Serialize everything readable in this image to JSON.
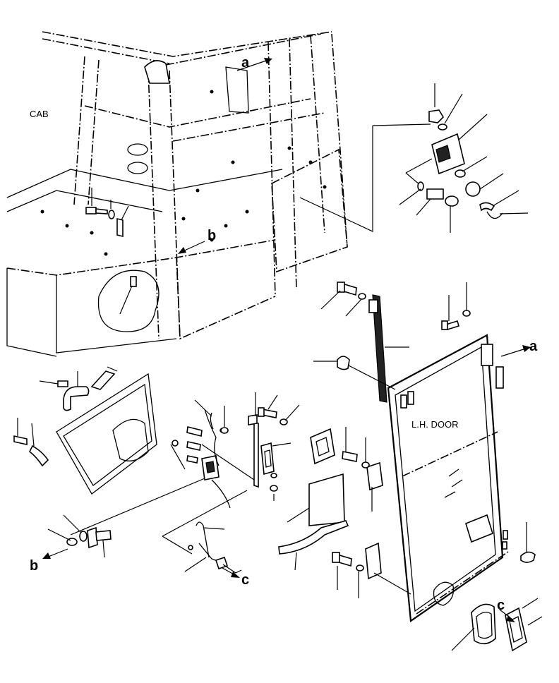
{
  "labels": {
    "cab": "CAB",
    "door": "L.H. DOOR",
    "ref_a": "a",
    "ref_b": "b",
    "ref_c": "c"
  },
  "colors": {
    "ink": "#000000",
    "paper": "#ffffff"
  }
}
